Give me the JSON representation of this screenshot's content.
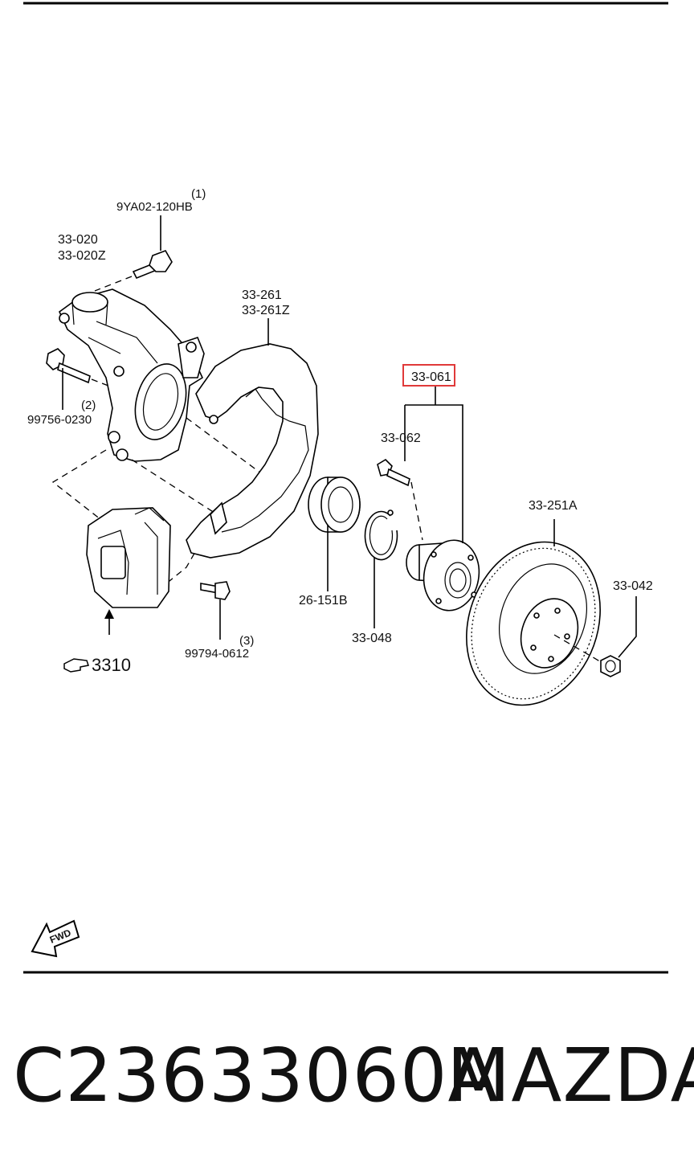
{
  "labels": {
    "bolt_top": "9YA02-120HB",
    "bolt_top_qty": "(1)",
    "knuckle_a": "33-020",
    "knuckle_b": "33-020Z",
    "bolt_left": "99756-0230",
    "bolt_left_qty": "(2)",
    "shield_a": "33-261",
    "shield_b": "33-261Z",
    "hub_assy": "33-061",
    "hub_bolt": "33-062",
    "disc": "33-251A",
    "nut": "33-042",
    "bearing": "26-151B",
    "snap_ring": "33-048",
    "bolt_bottom": "99794-0612",
    "bolt_bottom_qty": "(3)",
    "caliper_ref": "3310",
    "fwd": "FWD"
  },
  "footer": {
    "part_number": "C23633060A",
    "brand": "MAZDA"
  },
  "colors": {
    "highlight": "#e03a3a",
    "line": "#000000"
  },
  "icons": {
    "reference": "pointing-hand-icon",
    "direction": "fwd-arrow-icon"
  }
}
